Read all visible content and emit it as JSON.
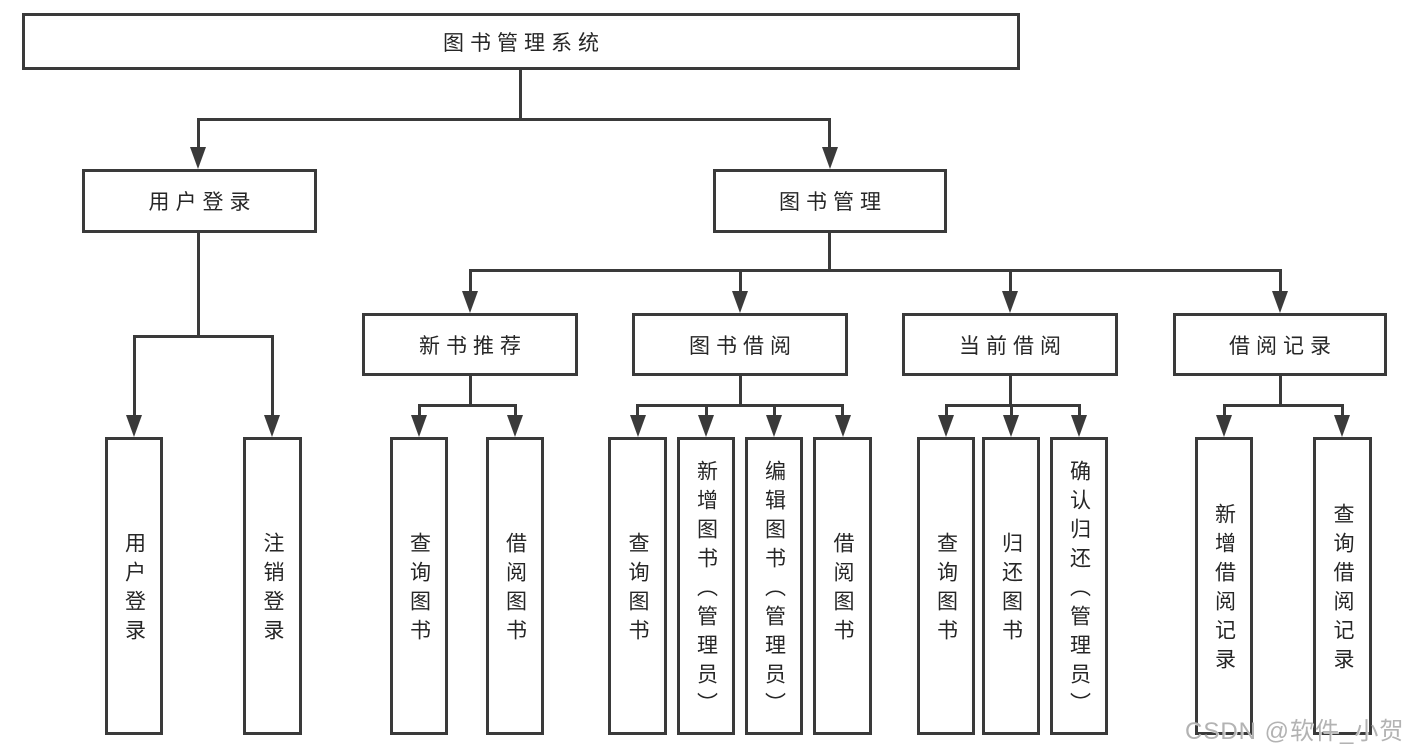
{
  "tree": {
    "root": "图书管理系统",
    "user_login": {
      "label": "用户登录",
      "leaves": [
        "用户登录",
        "注销登录"
      ]
    },
    "book_management": {
      "label": "图书管理",
      "children": [
        {
          "label": "新书推荐",
          "leaves": [
            "查询图书",
            "借阅图书"
          ]
        },
        {
          "label": "图书借阅",
          "leaves": [
            "查询图书",
            "新增图书（管理员）",
            "编辑图书（管理员）",
            "借阅图书"
          ]
        },
        {
          "label": "当前借阅",
          "leaves": [
            "查询图书",
            "归还图书",
            "确认归还（管理员）"
          ]
        },
        {
          "label": "借阅记录",
          "leaves": [
            "新增借阅记录",
            "查询借阅记录"
          ]
        }
      ]
    }
  },
  "watermark": "CSDN @软件_小贺同学",
  "colors": {
    "line": "#3a3a3a",
    "text": "#262626",
    "watermark": "#b3b3b3",
    "background": "#ffffff"
  }
}
